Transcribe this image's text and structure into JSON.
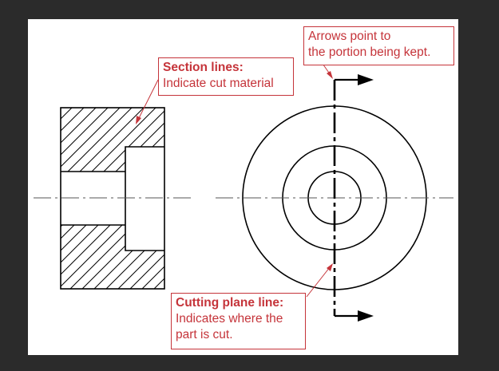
{
  "annotations": {
    "section_lines": {
      "title": "Section lines:",
      "lines": [
        "Indicate cut material"
      ]
    },
    "arrows": {
      "lines": [
        "Arrows point to",
        "the portion being kept."
      ]
    },
    "cutting_plane": {
      "title": "Cutting plane line:",
      "lines": [
        "Indicates where the",
        "part is cut."
      ]
    }
  },
  "colors": {
    "annotation": "#c5343a",
    "drawing": "#000000",
    "background": "#2b2b2b",
    "paper": "#ffffff"
  }
}
